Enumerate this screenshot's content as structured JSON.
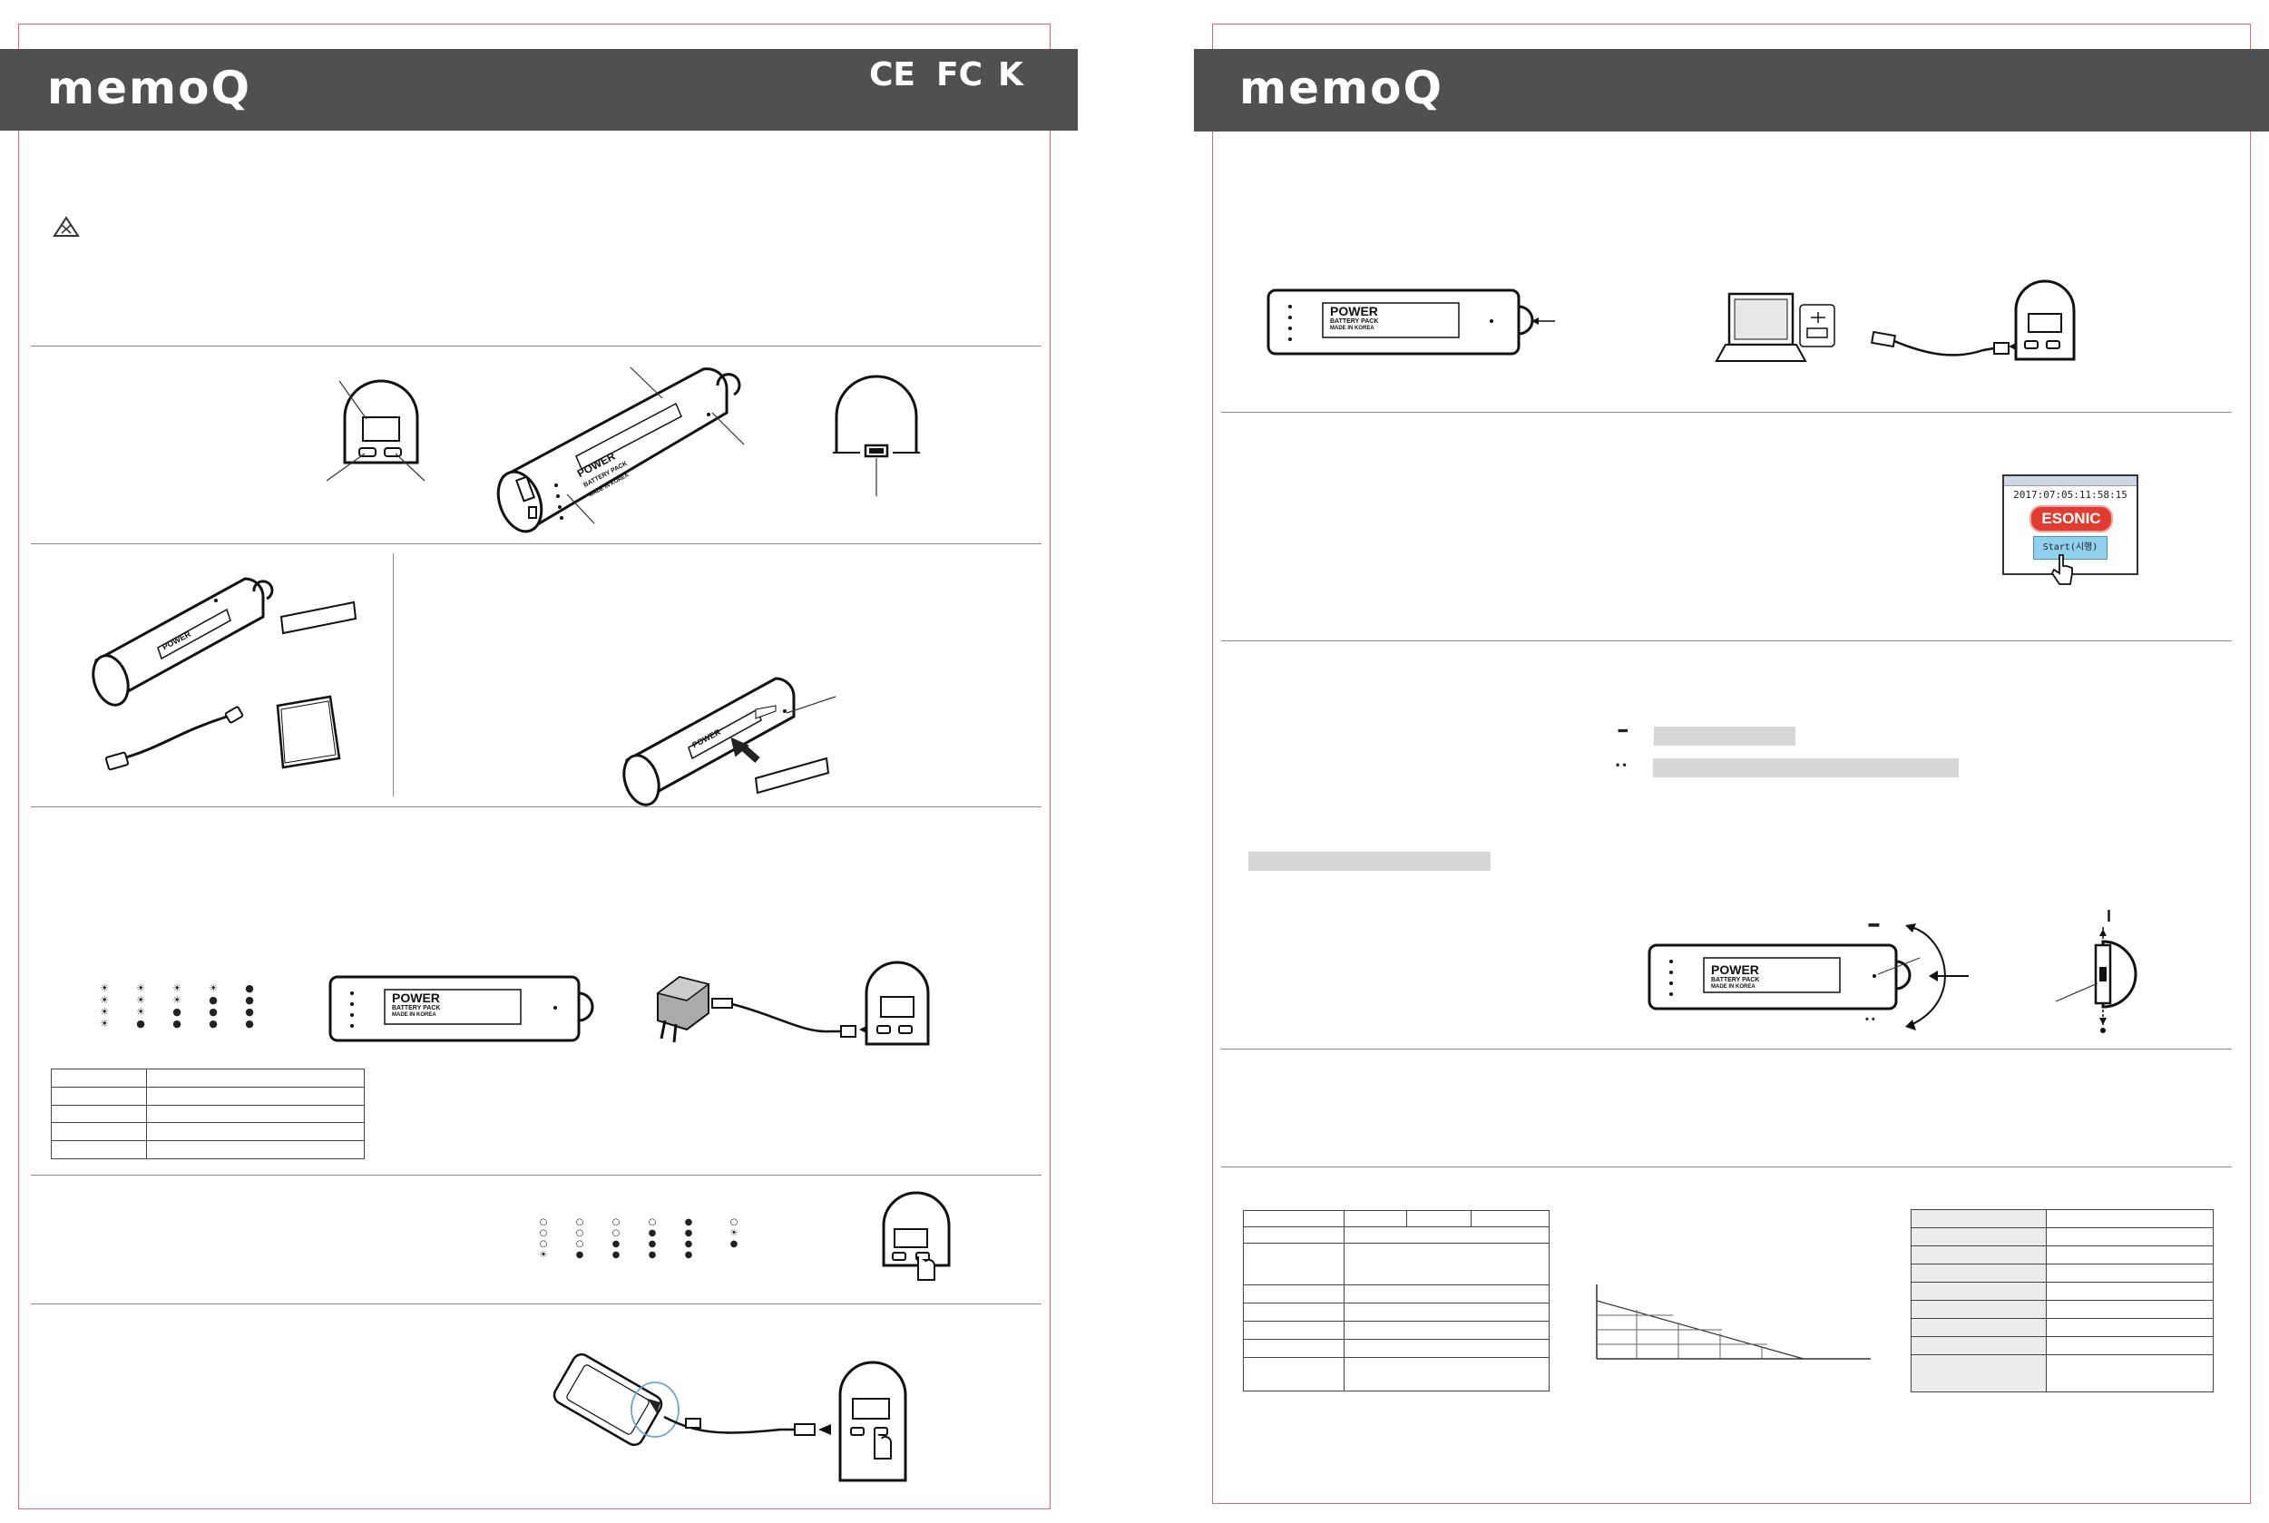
{
  "brand": {
    "logo_text": "memoQ",
    "cert_marks": [
      "CE",
      "FC",
      "K"
    ]
  },
  "device": {
    "label_line1": "POWER",
    "label_line2": "BATTERY PACK",
    "label_line3": "MADE IN KOREA"
  },
  "screen": {
    "datetime": "2017:07:05:11:58:15",
    "brand": "ESONIC",
    "button": "Start(시행)"
  },
  "led_patterns": {
    "charging": [
      [
        "☀",
        "☀",
        "☀",
        "☀"
      ],
      [
        "☀",
        "☀",
        "☀",
        "●"
      ],
      [
        "☀",
        "☀",
        "●",
        "●"
      ],
      [
        "☀",
        "●",
        "●",
        "●"
      ],
      [
        "●",
        "●",
        "●",
        "●"
      ]
    ],
    "status": [
      [
        "○",
        "○",
        "○",
        "☀"
      ],
      [
        "○",
        "○",
        "○",
        "●"
      ],
      [
        "○",
        "○",
        "●",
        "●"
      ],
      [
        "○",
        "●",
        "●",
        "●"
      ],
      [
        "●",
        "●",
        "●",
        "●"
      ],
      [
        "○",
        "☀",
        "●"
      ]
    ]
  },
  "switch": {
    "minus": "━",
    "dots": "• •",
    "bar": "I"
  },
  "colors": {
    "header": "#505052",
    "page_border": "#e0676b",
    "gray_bar": "#d6d6d6",
    "esonic": "#e23b2f"
  }
}
